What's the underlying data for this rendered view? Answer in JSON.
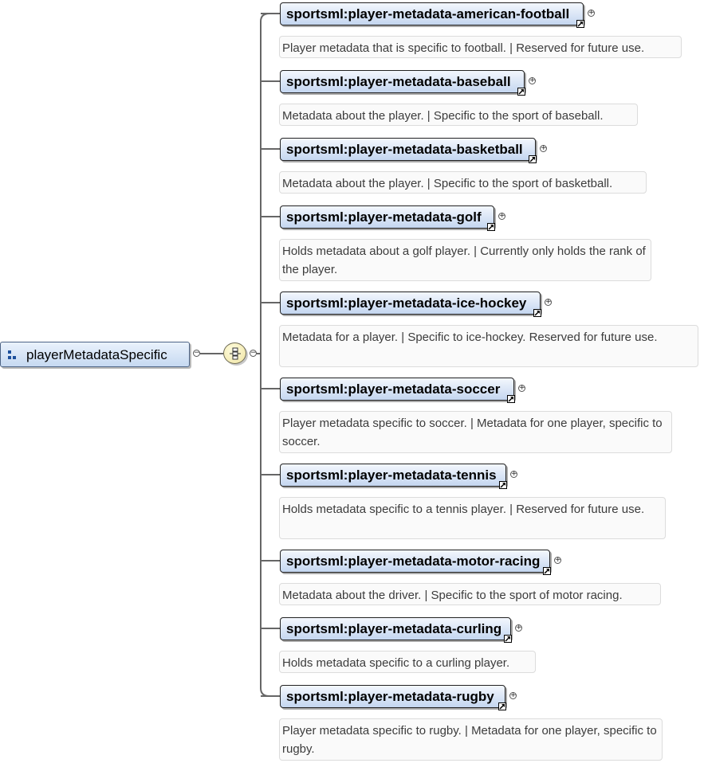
{
  "root": {
    "name": "playerMetadataSpecific"
  },
  "compositor": {
    "type": "sequence"
  },
  "elements": [
    {
      "name": "sportsml:player-metadata-american-football",
      "doc": "Player metadata that is specific to football. | Reserved for future use."
    },
    {
      "name": "sportsml:player-metadata-baseball",
      "doc": "Metadata about the player. | Specific to the sport of baseball."
    },
    {
      "name": "sportsml:player-metadata-basketball",
      "doc": "Metadata about the player. | Specific to the sport of basketball."
    },
    {
      "name": "sportsml:player-metadata-golf",
      "doc": "Holds metadata about a golf player. | Currently only holds the rank of the player."
    },
    {
      "name": "sportsml:player-metadata-ice-hockey",
      "doc": "Metadata for a player. | Specific to ice-hockey. Reserved for future use."
    },
    {
      "name": "sportsml:player-metadata-soccer",
      "doc": "Player metadata specific to soccer. | Metadata for one player, specific to soccer."
    },
    {
      "name": "sportsml:player-metadata-tennis",
      "doc": "Holds metadata specific to a tennis player. | Reserved for future use."
    },
    {
      "name": "sportsml:player-metadata-motor-racing",
      "doc": "Metadata about the driver. | Specific to the sport of motor racing."
    },
    {
      "name": "sportsml:player-metadata-curling",
      "doc": "Holds metadata specific to a curling player."
    },
    {
      "name": "sportsml:player-metadata-rugby",
      "doc": "Player metadata specific to rugby. | Metadata for one player, specific to rugby."
    }
  ]
}
